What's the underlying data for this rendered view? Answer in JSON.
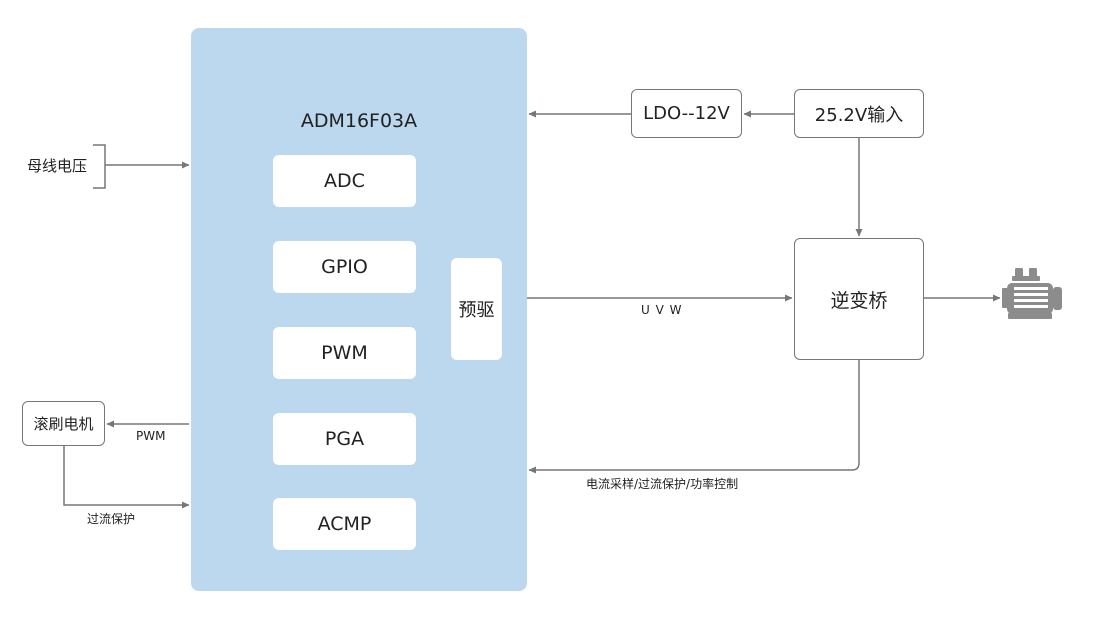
{
  "mcu": {
    "title": "ADM16F03A",
    "modules": [
      "ADC",
      "GPIO",
      "PWM",
      "PGA",
      "ACMP"
    ],
    "predrive": "预驱"
  },
  "power": {
    "ldo": "LDO--12V",
    "input": "25.2V输入"
  },
  "inverter": "逆变桥",
  "brush_motor": "滚刷电机",
  "labels": {
    "bus_voltage": "母线电压",
    "uvw": "U V W",
    "feedback": "电流采样/过流保护/功率控制",
    "pwm": "PWM",
    "overcurrent": "过流保护"
  },
  "icons": {
    "motor": "motor-icon"
  },
  "colors": {
    "mcu_fill": "#bcd8ee",
    "line": "#777777"
  }
}
